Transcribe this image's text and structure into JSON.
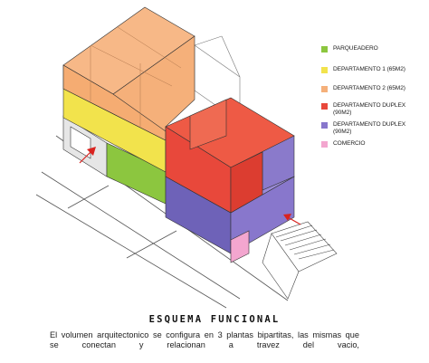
{
  "legend": [
    {
      "label": "PARQUEADERO",
      "color": "#8cc63f"
    },
    {
      "label": "DEPARTAMENTO 1 (65M2)",
      "color": "#f2e34c"
    },
    {
      "label": "DEPARTAMENTO 2 (65M2)",
      "color": "#f5b07a"
    },
    {
      "label": "DEPARTAMENTO DUPLEX\n(90M2)",
      "color": "#e8483b"
    },
    {
      "label": "DEPARTAMENTO DUPLEX\n(90M2)",
      "color": "#8877cc"
    },
    {
      "label": "COMERCIO",
      "color": "#f3a6cf"
    }
  ],
  "title": "ESQUEMA FUNCIONAL",
  "description": {
    "line1": "El volumen arquitectonico se configura en 3 plantas bipartitas, las mismas que",
    "line2": "se conectan y relacionan a travez del vacio,"
  }
}
